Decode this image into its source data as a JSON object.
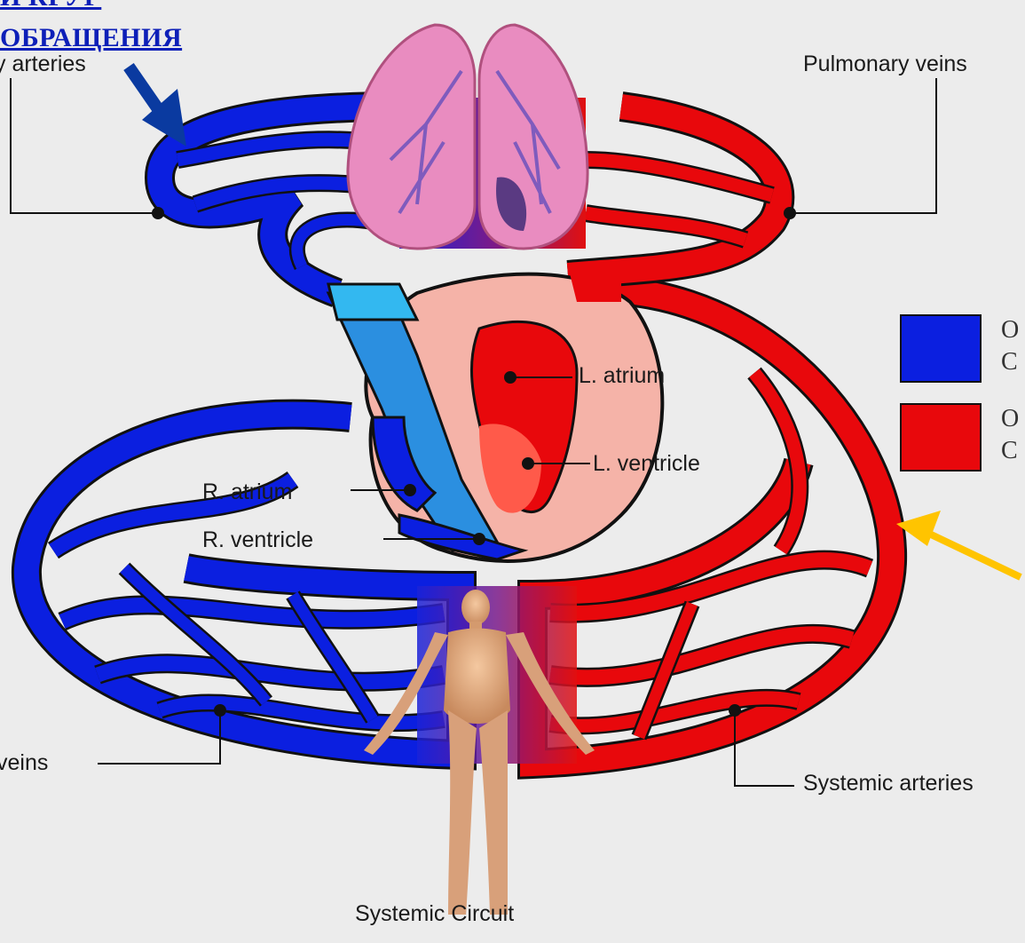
{
  "heading": {
    "line1": "Й КРУГ",
    "line2": "ОБРАЩЕНИЯ"
  },
  "labels": {
    "pulmonary_arteries": "y arteries",
    "pulmonary_veins": "Pulmonary veins",
    "l_atrium": "L. atrium",
    "l_ventricle": "L. ventricle",
    "r_atrium": "R. atrium",
    "r_ventricle": "R. ventricle",
    "systemic_veins": "veins",
    "systemic_arteries": "Systemic arteries",
    "systemic_circuit": "Systemic Circuit"
  },
  "legend": {
    "blue_line1": "O",
    "blue_line2": "C",
    "red_line1": "O",
    "red_line2": "C"
  },
  "colors": {
    "deoxygenated": "#0b1fe0",
    "oxygenated": "#e8080c",
    "arrow_blue": "#0a3aa0",
    "arrow_yellow": "#ffc400",
    "heart_wall": "#f5b3a8",
    "lung": "#e98cc0"
  }
}
